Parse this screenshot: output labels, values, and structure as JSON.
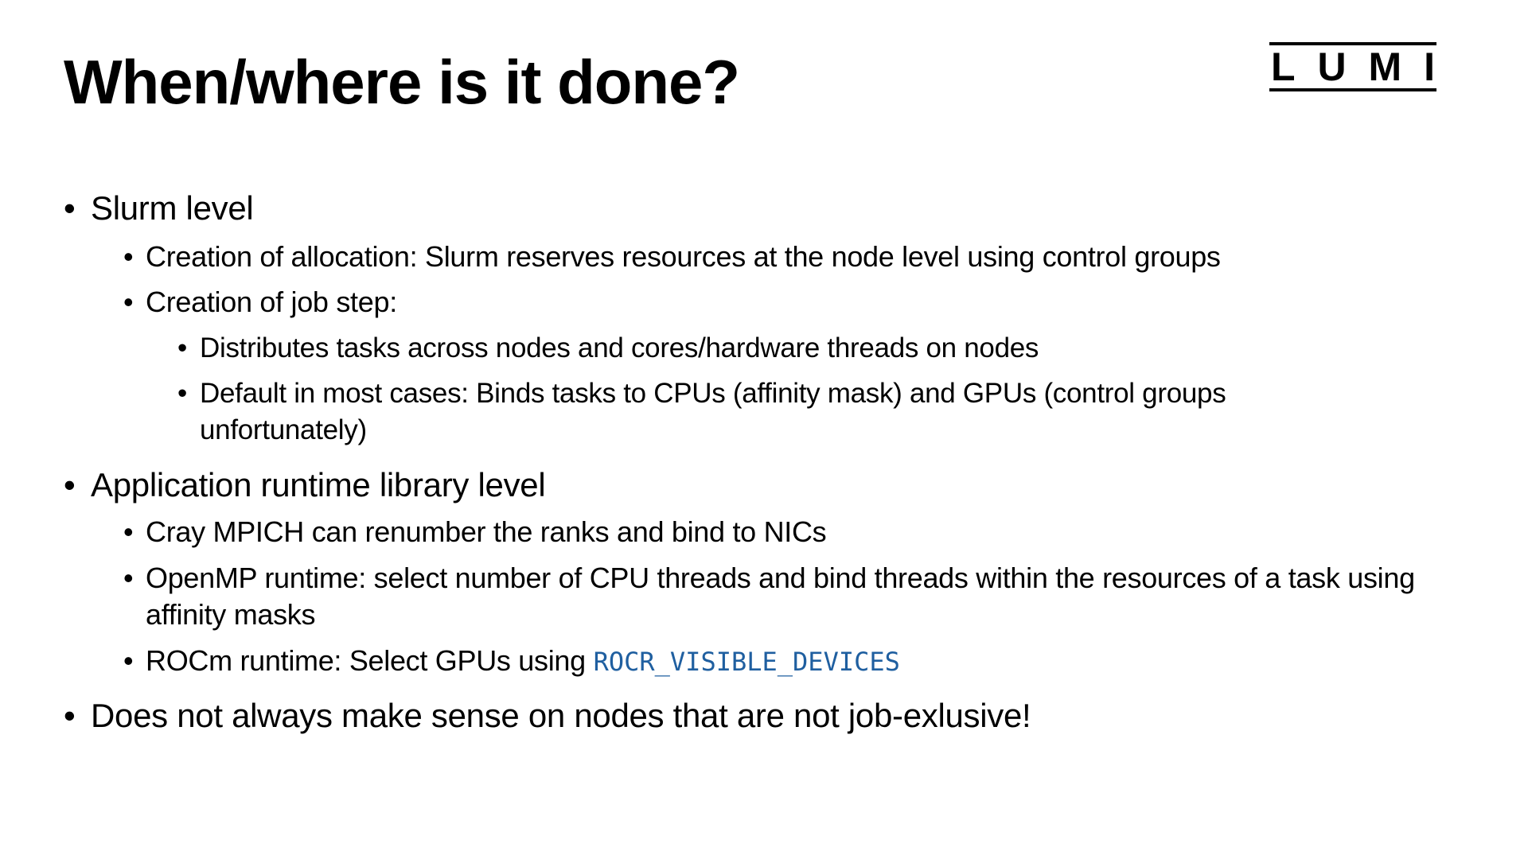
{
  "title": "When/where is it done?",
  "logo": {
    "letters": [
      "L",
      "U",
      "M",
      "I"
    ]
  },
  "bullets": [
    {
      "text": "Slurm level"
    },
    {
      "text": "Creation of allocation: Slurm reserves resources at the node level using control groups"
    },
    {
      "text": "Creation of job step:"
    },
    {
      "text": "Distributes tasks across nodes and cores/hardware threads on nodes"
    },
    {
      "text": "Default in most cases: Binds tasks to CPUs (affinity mask) and GPUs (control groups unfortunately)"
    },
    {
      "text": "Application runtime library level"
    },
    {
      "text": "Cray MPICH can renumber the ranks and bind to NICs"
    },
    {
      "text": "OpenMP runtime: select number of CPU threads and bind threads within the resources of a task using affinity masks"
    },
    {
      "text": "ROCm runtime: Select GPUs using ",
      "code": "ROCR_VISIBLE_DEVICES"
    },
    {
      "text": "Does not always make sense on nodes that are not job-exlusive!"
    }
  ],
  "bullet_glyph": "•",
  "colors": {
    "code": "#1f5fa0"
  }
}
